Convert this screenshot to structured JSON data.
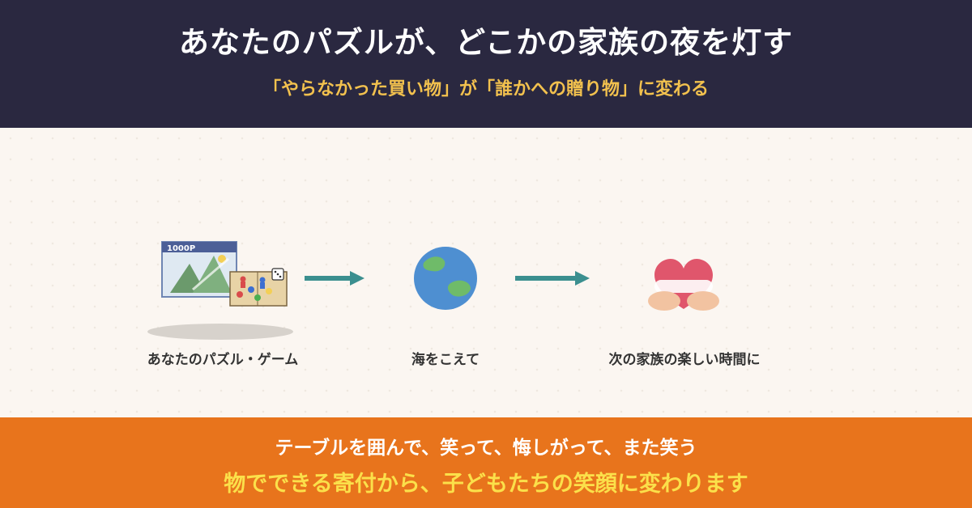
{
  "header": {
    "title": "あなたのパズルが、どこかの家族の夜を灯す",
    "subtitle": "「やらなかった買い物」が「誰かへの贈り物」に変わる"
  },
  "flow": {
    "steps": [
      {
        "label": "あなたのパズル・ゲーム",
        "icon": "puzzle-and-board-game-icon"
      },
      {
        "label": "海をこえて",
        "icon": "globe-icon"
      },
      {
        "label": "次の家族の楽しい時間に",
        "icon": "heart-hands-icon"
      }
    ],
    "puzzle_box_text": "1000P"
  },
  "footer": {
    "line1": "テーブルを囲んで、笑って、悔しがって、また笑う",
    "line2": "物でできる寄付から、子どもたちの笑顔に変わります"
  },
  "colors": {
    "header_bg": "#2a2840",
    "subtitle": "#f2c14e",
    "middle_bg": "#fbf6f1",
    "arrow": "#3b8f8f",
    "footer_bg": "#e8741c",
    "footer_highlight": "#fbe04a"
  }
}
